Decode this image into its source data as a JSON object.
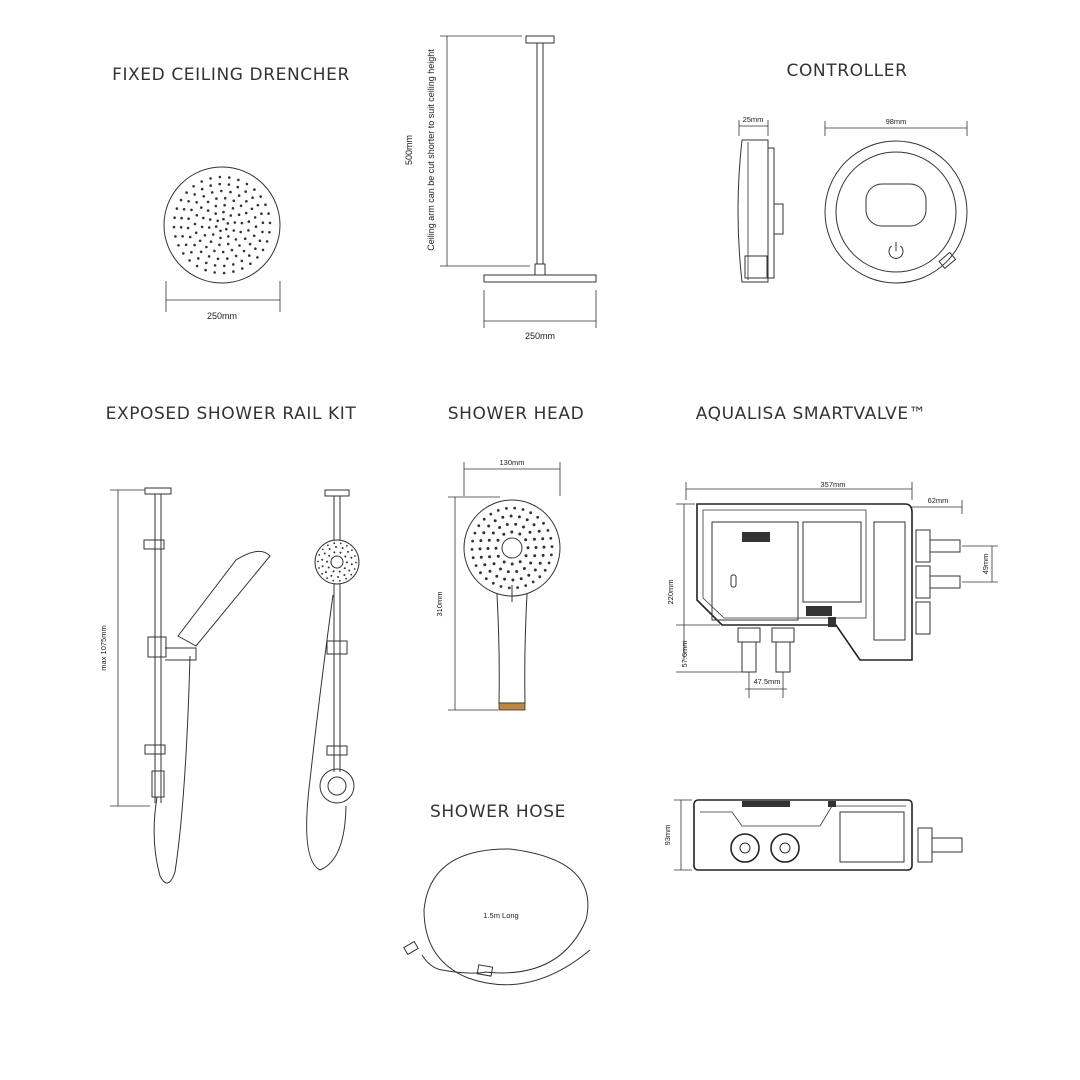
{
  "sections": {
    "drencher": {
      "title": "FIXED CEILING DRENCHER",
      "head_width": "250mm",
      "arm_length": "500mm",
      "arm_note": "Ceiling arm can be cut shorter to suit ceiling height",
      "side_width": "250mm"
    },
    "controller": {
      "title": "CONTROLLER",
      "depth": "25mm",
      "diameter": "98mm"
    },
    "rail_kit": {
      "title": "EXPOSED SHOWER RAIL KIT",
      "height": "max 1075mm"
    },
    "shower_head": {
      "title": "SHOWER HEAD",
      "width": "130mm",
      "length": "310mm"
    },
    "smartvalve": {
      "title": "AQUALISA SMARTVALVE™",
      "width": "357mm",
      "side_depth": "62mm",
      "outlet_spacing": "49mm",
      "height": "220mm",
      "base_offset": "57.6mm",
      "inlet_spacing": "47.5mm",
      "depth": "93mm"
    },
    "hose": {
      "title": "SHOWER HOSE",
      "length": "1.5m Long"
    }
  }
}
